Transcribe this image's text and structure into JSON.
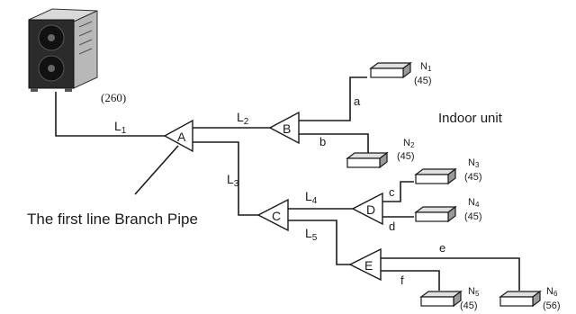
{
  "outdoor_unit": {
    "capacity": "(260)"
  },
  "indoor_units": [
    {
      "name": "N",
      "sub": "1",
      "capacity": "(45)"
    },
    {
      "name": "N",
      "sub": "2",
      "capacity": "(45)"
    },
    {
      "name": "N",
      "sub": "3",
      "capacity": "(45)"
    },
    {
      "name": "N",
      "sub": "4",
      "capacity": "(45)"
    },
    {
      "name": "N",
      "sub": "5",
      "capacity": "(45)"
    },
    {
      "name": "N",
      "sub": "6",
      "capacity": "(56)"
    }
  ],
  "branch_joints": [
    "A",
    "B",
    "C",
    "D",
    "E"
  ],
  "main_pipes": [
    {
      "name": "L",
      "sub": "1"
    },
    {
      "name": "L",
      "sub": "2"
    },
    {
      "name": "L",
      "sub": "3"
    },
    {
      "name": "L",
      "sub": "4"
    },
    {
      "name": "L",
      "sub": "5"
    }
  ],
  "branch_pipes": [
    "a",
    "b",
    "c",
    "d",
    "e",
    "f"
  ],
  "labels": {
    "indoor_unit": "Indoor unit",
    "first_branch": "The first line Branch Pipe"
  }
}
